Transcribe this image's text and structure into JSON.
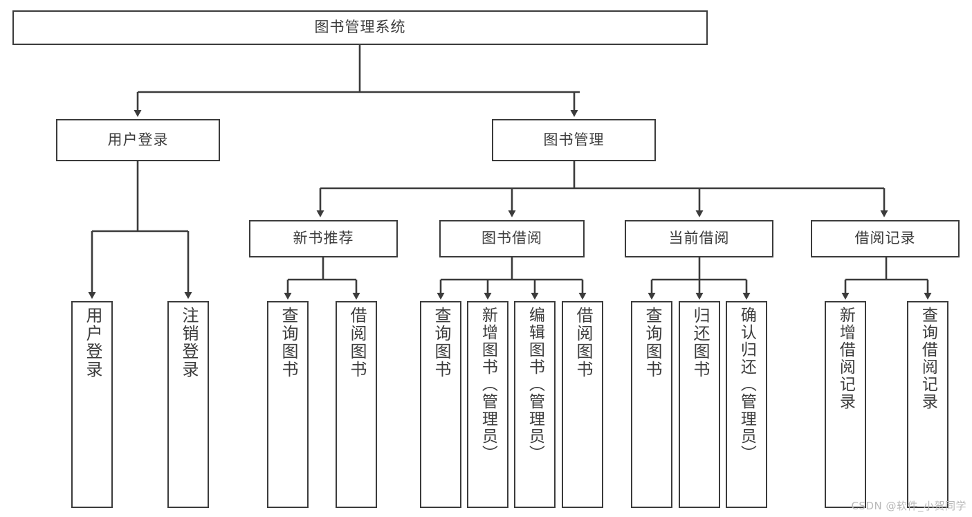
{
  "diagram": {
    "type": "tree-hierarchy",
    "title": "图书管理系统",
    "root": {
      "id": "root",
      "label": "图书管理系统"
    },
    "level1": [
      {
        "id": "user-login",
        "label": "用户登录"
      },
      {
        "id": "book-manage",
        "label": "图书管理"
      }
    ],
    "level2": [
      {
        "id": "new-book-rec",
        "label": "新书推荐",
        "parent": "book-manage"
      },
      {
        "id": "book-borrow",
        "label": "图书借阅",
        "parent": "book-manage"
      },
      {
        "id": "current-borrow",
        "label": "当前借阅",
        "parent": "book-manage"
      },
      {
        "id": "borrow-record",
        "label": "借阅记录",
        "parent": "book-manage"
      }
    ],
    "leaves": {
      "user-login": [
        {
          "id": "leaf-user-login",
          "label": "用户登录"
        },
        {
          "id": "leaf-user-logout",
          "label": "注销登录"
        }
      ],
      "new-book-rec": [
        {
          "id": "leaf-query-book-1",
          "label": "查询图书"
        },
        {
          "id": "leaf-borrow-book-1",
          "label": "借阅图书"
        }
      ],
      "book-borrow": [
        {
          "id": "leaf-query-book-2",
          "label": "查询图书"
        },
        {
          "id": "leaf-add-book",
          "label": "新增图书（管理员）"
        },
        {
          "id": "leaf-edit-book",
          "label": "编辑图书（管理员）"
        },
        {
          "id": "leaf-borrow-book-2",
          "label": "借阅图书"
        }
      ],
      "current-borrow": [
        {
          "id": "leaf-query-book-3",
          "label": "查询图书"
        },
        {
          "id": "leaf-return-book",
          "label": "归还图书"
        },
        {
          "id": "leaf-confirm-return",
          "label": "确认归还（管理员）"
        }
      ],
      "borrow-record": [
        {
          "id": "leaf-add-record",
          "label": "新增借阅记录"
        },
        {
          "id": "leaf-query-record",
          "label": "查询借阅记录"
        }
      ]
    }
  },
  "watermark": {
    "text": "CSDN @软件_小贺同学"
  },
  "colors": {
    "border": "#3b3b3b",
    "text": "#3c3c3c",
    "background": "#ffffff",
    "watermark": "#b9b9b9"
  }
}
